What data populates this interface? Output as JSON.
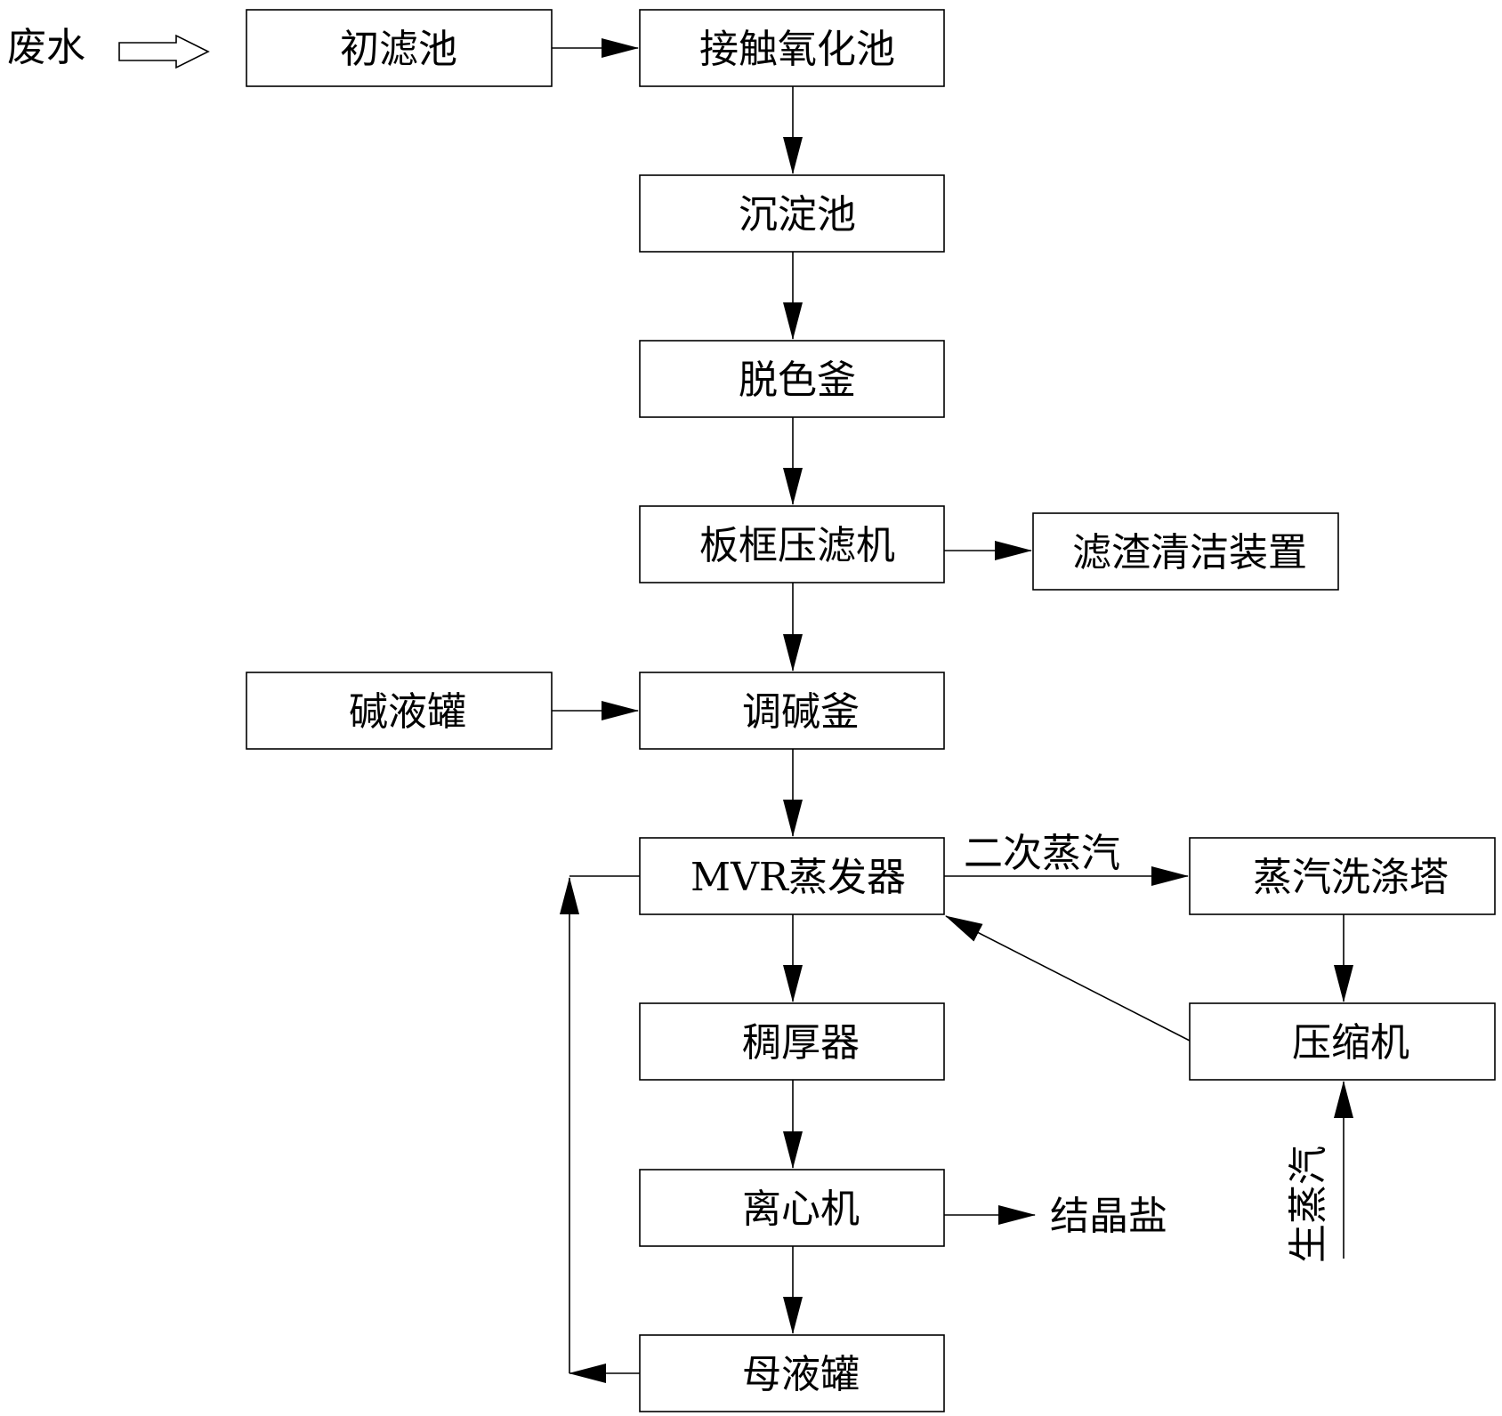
{
  "diagram": {
    "source_label": "废水",
    "nodes": {
      "prefilter": "初滤池",
      "contact_oxidation": "接触氧化池",
      "sedimentation": "沉淀池",
      "decolorization": "脱色釜",
      "filter_press": "板框压滤机",
      "residue_cleaning": "滤渣清洁装置",
      "alkali_tank": "碱液罐",
      "alkali_adjust": "调碱釜",
      "mvr_evaporator": "MVR蒸发器",
      "steam_scrubber": "蒸汽洗涤塔",
      "thickener": "稠厚器",
      "compressor": "压缩机",
      "centrifuge": "离心机",
      "mother_liquor_tank": "母液罐"
    },
    "labels": {
      "secondary_steam": "二次蒸汽",
      "crystal_salt": "结晶盐",
      "live_steam": "生蒸汽"
    }
  }
}
